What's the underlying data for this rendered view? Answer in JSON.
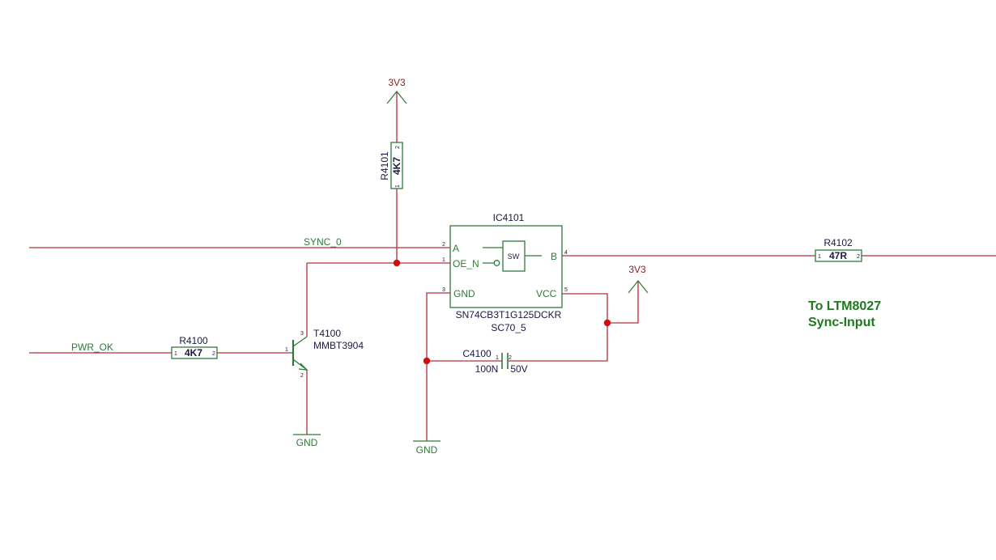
{
  "colors": {
    "wire": "#b0303a",
    "part": "#2f7a3a",
    "refdes": "#1a1a40",
    "net": "#2f7a3a",
    "power": "#8b2020",
    "junction": "#d01010",
    "note": "#1f7a1f"
  },
  "nets": {
    "sync0": "SYNC_0",
    "pwr_ok": "PWR_OK",
    "vcc_top": "3V3",
    "vcc_right": "3V3",
    "gnd_left": "GND",
    "gnd_right": "GND"
  },
  "components": {
    "r4101": {
      "ref": "R4101",
      "value": "4K7",
      "pin1": "1",
      "pin2": "2"
    },
    "r4100": {
      "ref": "R4100",
      "value": "4K7",
      "pin1": "1",
      "pin2": "2"
    },
    "r4102": {
      "ref": "R4102",
      "value": "47R",
      "pin1": "1",
      "pin2": "2"
    },
    "t4100": {
      "ref": "T4100",
      "value": "MMBT3904",
      "pin_b": "1",
      "pin_e": "2",
      "pin_c": "3"
    },
    "c4100": {
      "ref": "C4100",
      "value": "100N",
      "voltage": "50V",
      "pin1": "1",
      "pin2": "2"
    },
    "ic4101": {
      "ref": "IC4101",
      "part": "SN74CB3T1G125DCKR",
      "package": "SC70_5",
      "switch": "SW",
      "pins": {
        "a": {
          "name": "A",
          "num": "2"
        },
        "oe": {
          "name": "OE_N",
          "num": "1"
        },
        "gnd": {
          "name": "GND",
          "num": "3"
        },
        "b": {
          "name": "B",
          "num": "4"
        },
        "vcc": {
          "name": "VCC",
          "num": "5"
        }
      }
    }
  },
  "note": {
    "line1": "To LTM8027",
    "line2": "Sync-Input"
  }
}
